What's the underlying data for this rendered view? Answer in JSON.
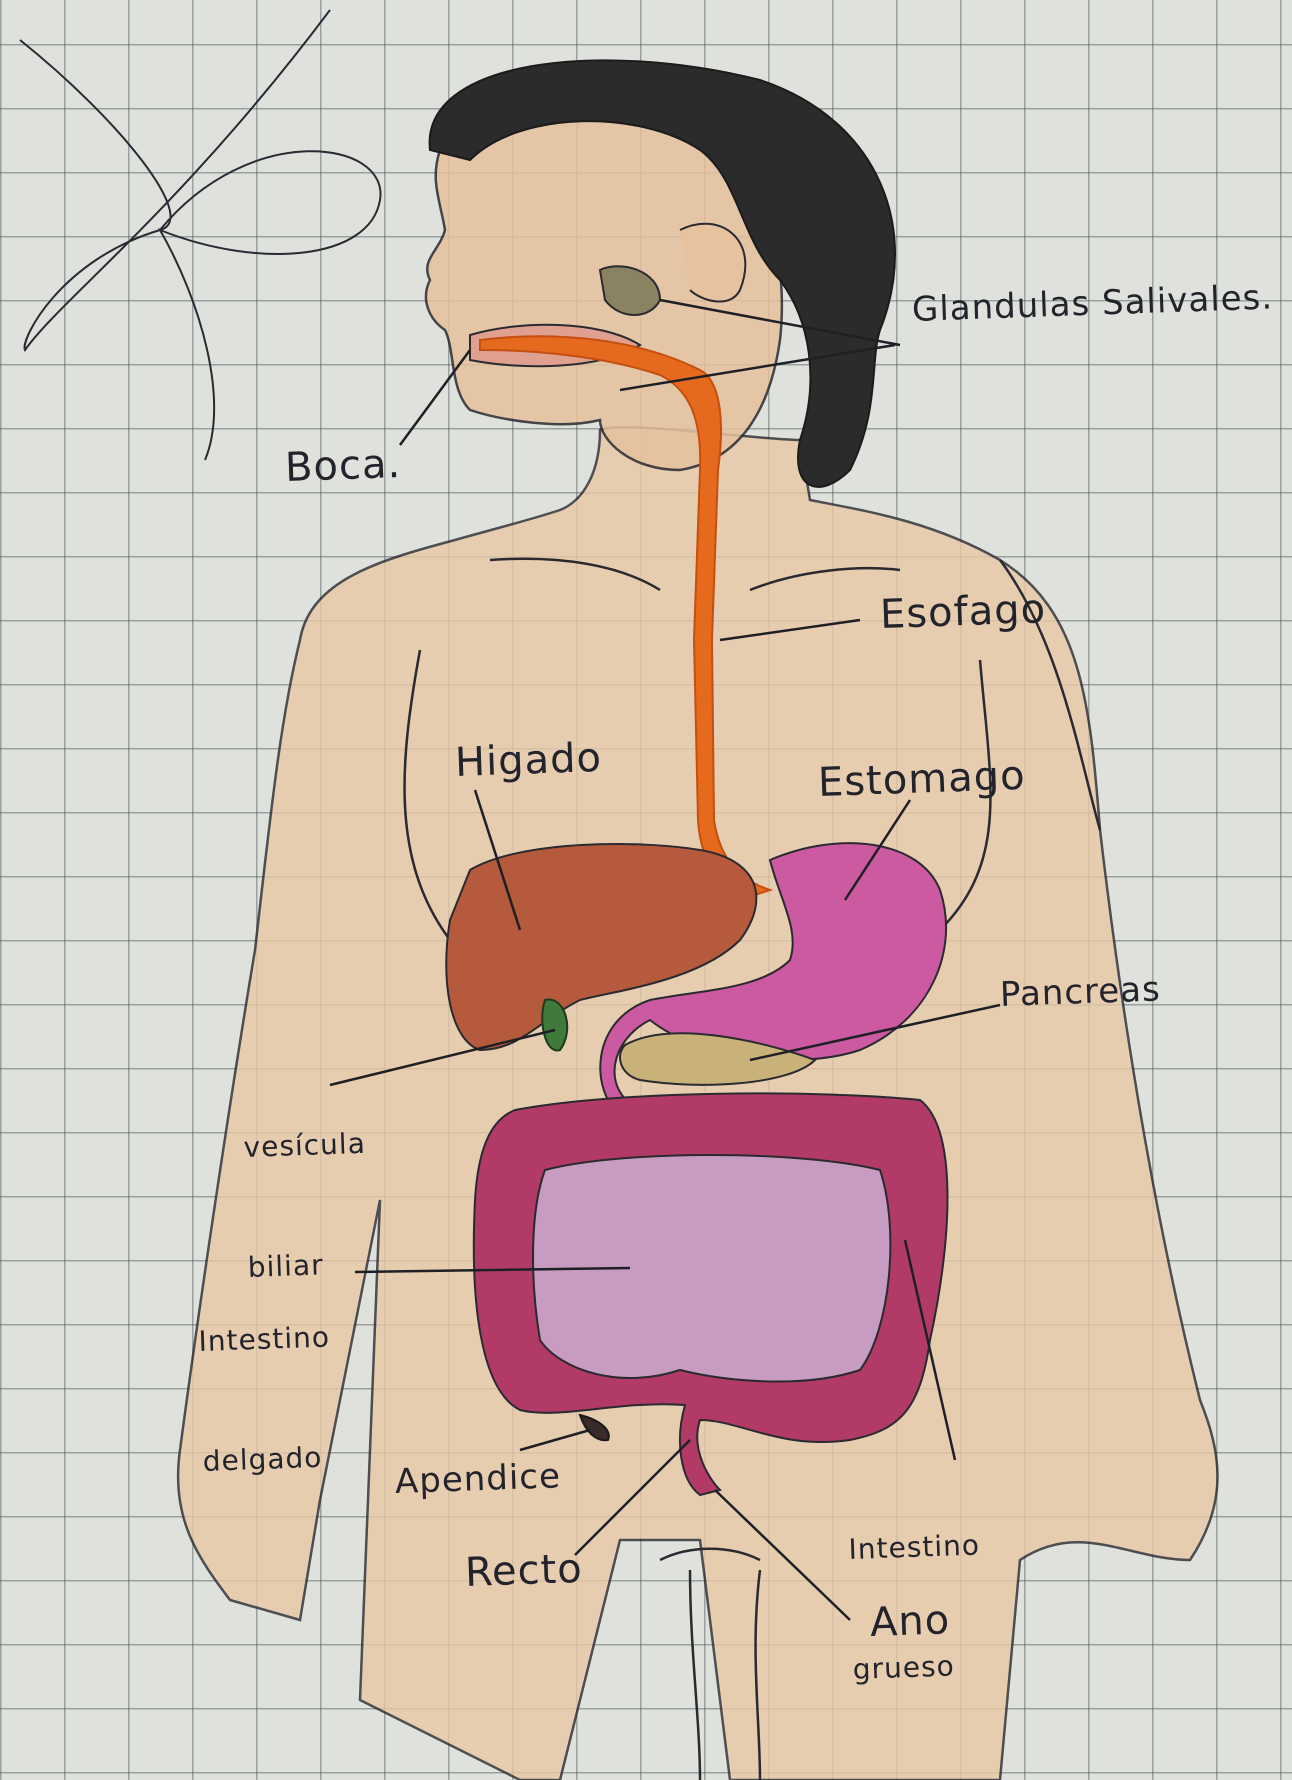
{
  "labels": {
    "glandulas": "Glandulas Salivales.",
    "boca": "Boca.",
    "esofago": "Esofago",
    "higado": "Higado",
    "estomago": "Estomago",
    "pancreas": "Pancreas",
    "vesicula_line1": "vesícula",
    "vesicula_line2": "biliar",
    "intestino_delgado_line1": "Intestino",
    "intestino_delgado_line2": "delgado",
    "apendice": "Apendice",
    "recto": "Recto",
    "ano": "Ano",
    "intestino_grueso_line1": "Intestino",
    "intestino_grueso_line2": "grueso"
  },
  "colors": {
    "skin": "#e8c9a6",
    "hair": "#2b2b2b",
    "esophagus": "#e56a1e",
    "liver": "#b55a3c",
    "stomach": "#cc5aa0",
    "pancreas": "#c9b27a",
    "gallbladder": "#3f7a3c",
    "small_intestine": "#c79cc0",
    "large_intestine": "#b13a66",
    "ink": "#23232b"
  }
}
